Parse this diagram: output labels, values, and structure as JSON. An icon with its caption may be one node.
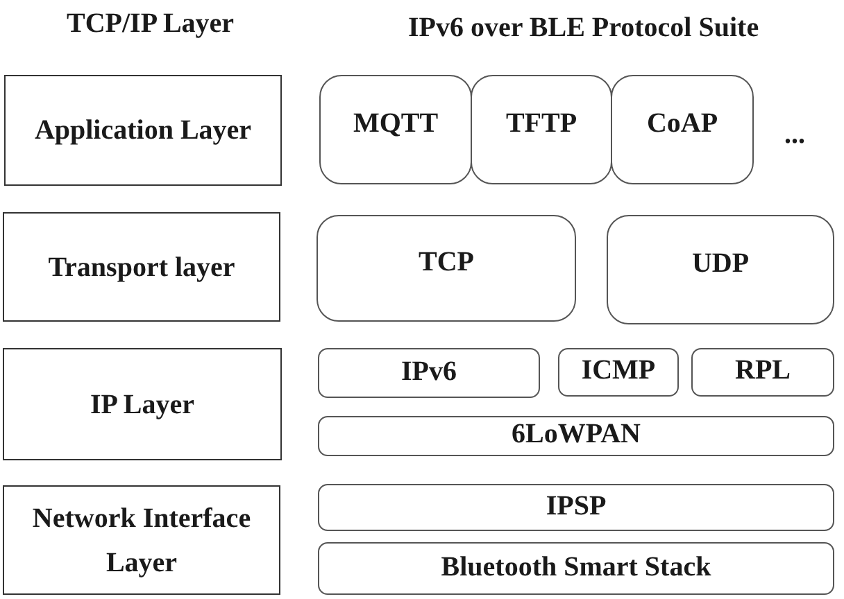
{
  "diagram": {
    "nodes": [
      {
        "text": [
          "Application Layer"
        ]
      },
      {
        "text": [
          "MQTT"
        ]
      },
      {
        "text": [
          "TFTP"
        ]
      },
      {
        "text": [
          "CoAP"
        ]
      },
      {
        "text": [
          "Transport layer"
        ]
      },
      {
        "text": [
          "TCP"
        ]
      },
      {
        "text": [
          "UDP"
        ]
      },
      {
        "text": [
          "IP Layer"
        ]
      },
      {
        "text": [
          "IPv6"
        ]
      },
      {
        "text": [
          "ICMP"
        ]
      },
      {
        "text": [
          "RPL"
        ]
      },
      {
        "text": [
          "6LoWPAN"
        ]
      },
      {
        "text": [
          "Network Interface Layer"
        ]
      },
      {
        "text": [
          "IPSP"
        ]
      },
      {
        "text": [
          "Bluetooth Smart Stack"
        ]
      }
    ],
    "labels": [
      "TCP/IP Layer",
      "IPv6 over BLE Protocol Suite",
      "..."
    ]
  }
}
